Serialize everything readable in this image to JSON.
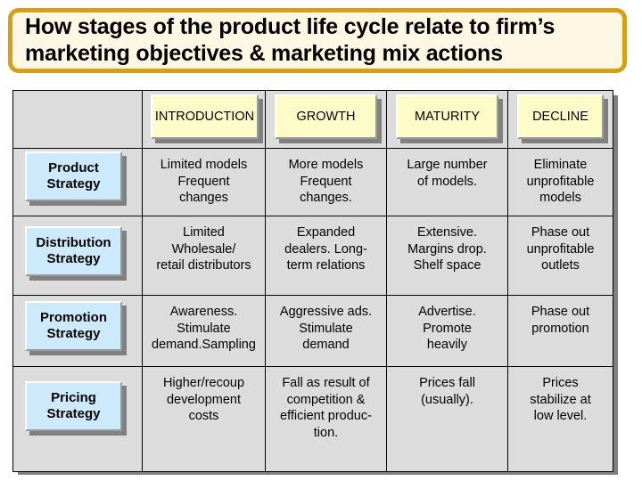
{
  "title": {
    "text": "How stages of the product life cycle relate to firm’s\nmarketing objectives & marketing mix actions",
    "border_color": "#d4a017",
    "background_color": "#fdf7e3"
  },
  "table": {
    "corner_label": "",
    "stage_headers": [
      {
        "label": "INTRODUCTION"
      },
      {
        "label": "GROWTH"
      },
      {
        "label": "MATURITY"
      },
      {
        "label": "DECLINE"
      }
    ],
    "stage_header_color": "#fdfbc8",
    "row_label_color": "#cdeafc",
    "cell_background_color": "#dcdcdc",
    "rows": [
      {
        "label": "Product\nStrategy",
        "cells": [
          "Limited models\nFrequent\nchanges",
          "More models\nFrequent\nchanges.",
          "Large number\nof models.",
          "Eliminate\nunprofitable\nmodels"
        ]
      },
      {
        "label": "Distribution\nStrategy",
        "cells": [
          "Limited\nWholesale/\nretail distributors",
          "Expanded\ndealers. Long-\nterm relations",
          "Extensive.\nMargins drop.\nShelf space",
          "Phase out\nunprofitable\noutlets"
        ]
      },
      {
        "label": "Promotion\nStrategy",
        "cells": [
          "Awareness.\nStimulate\ndemand.Sampling",
          "Aggressive ads.\nStimulate\ndemand",
          "Advertise.\nPromote\nheavily",
          "Phase out\npromotion"
        ]
      },
      {
        "label": "Pricing\nStrategy",
        "cells": [
          "Higher/recoup\ndevelopment\ncosts",
          "Fall as result of\ncompetition &\nefficient produc-\ntion.",
          "Prices fall\n(usually).",
          "Prices\nstabilize at\nlow level."
        ]
      }
    ]
  }
}
